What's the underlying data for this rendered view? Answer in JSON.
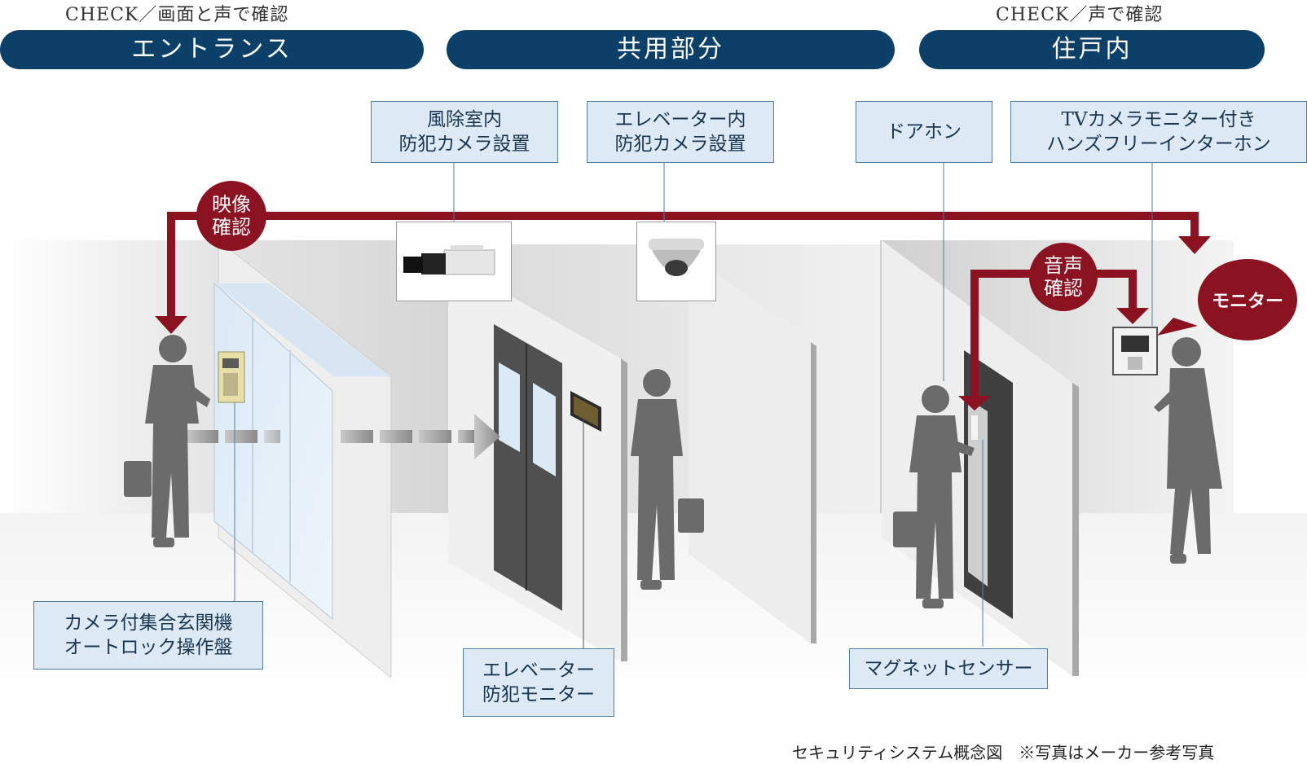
{
  "checks": {
    "left": "CHECK／画面と声で確認",
    "right": "CHECK／声で確認"
  },
  "sections": {
    "entrance": "エントランス",
    "common": "共用部分",
    "unit": "住戸内"
  },
  "labels": {
    "windbreak_camera": [
      "風除室内",
      "防犯カメラ設置"
    ],
    "elevator_camera": [
      "エレベーター内",
      "防犯カメラ設置"
    ],
    "door_phone": [
      "ドアホン"
    ],
    "tv_intercom": [
      "TVカメラモニター付き",
      "ハンズフリーインターホン"
    ],
    "entrance_panel": [
      "カメラ付集合玄関機",
      "オートロック操作盤"
    ],
    "elevator_monitor": [
      "エレベーター",
      "防犯モニター"
    ],
    "magnet_sensor": [
      "マグネットセンサー"
    ]
  },
  "badges": {
    "video_check": [
      "映像",
      "確認"
    ],
    "voice_check": [
      "音声",
      "確認"
    ],
    "monitor": "モニター"
  },
  "caption": "セキュリティシステム概念図　※写真はメーカー参考写真",
  "colors": {
    "navy": "#0d4069",
    "crimson": "#8a1221",
    "label_bg": "#ddeaf6",
    "label_border": "#4f7fa8",
    "silhouette": "#6b6b6b"
  }
}
